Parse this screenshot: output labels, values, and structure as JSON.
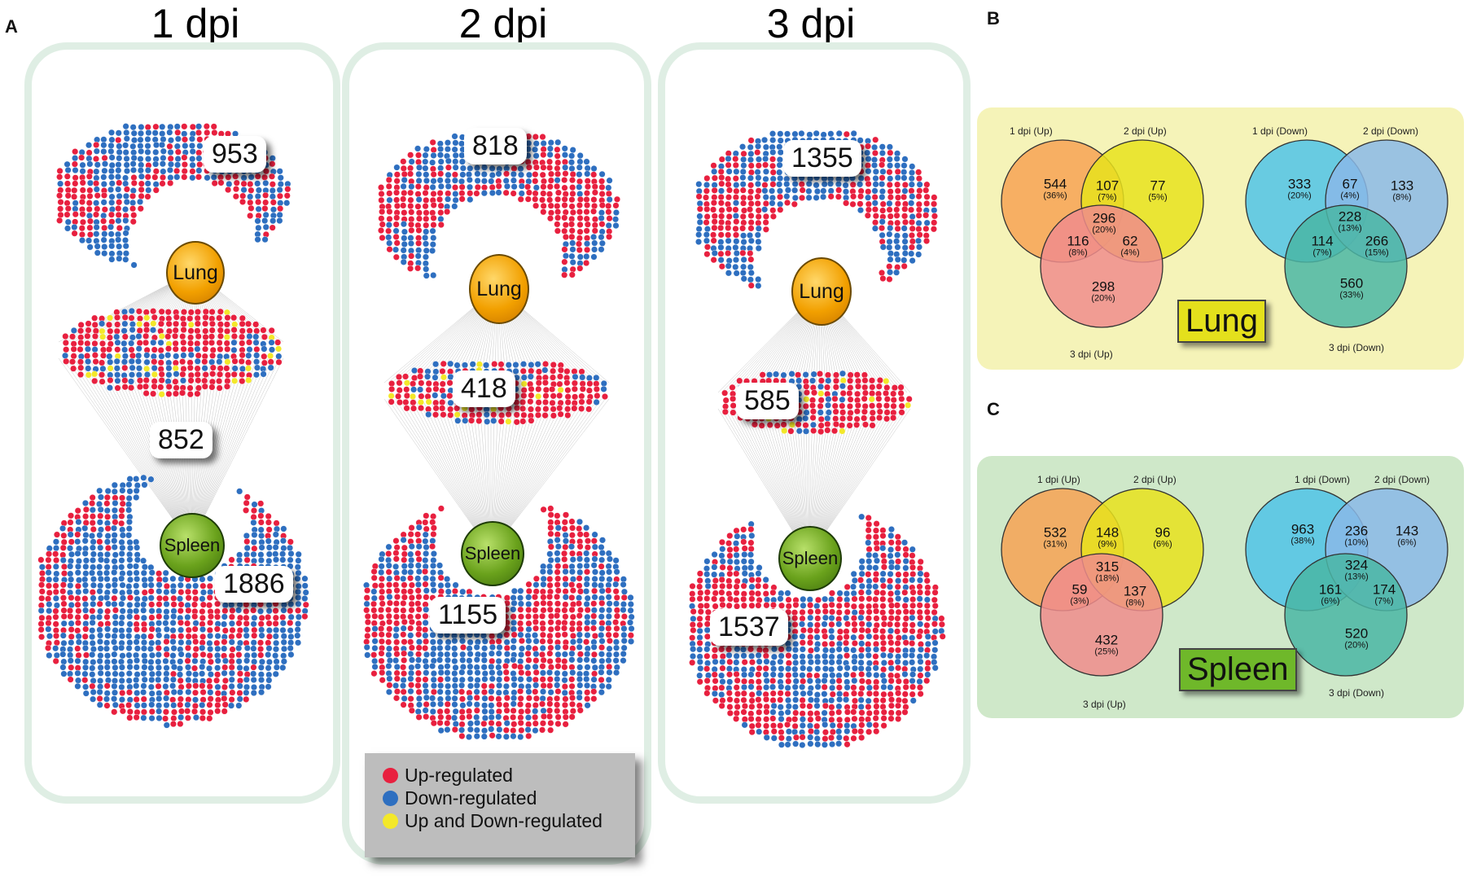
{
  "panel_letters": {
    "a": "A",
    "b": "B",
    "c": "C"
  },
  "network": {
    "columns": [
      {
        "title": "1 dpi",
        "lung_count": "953",
        "shared_count": "852",
        "spleen_count": "1886"
      },
      {
        "title": "2 dpi",
        "lung_count": "818",
        "shared_count": "418",
        "spleen_count": "1155"
      },
      {
        "title": "3 dpi",
        "lung_count": "1355",
        "shared_count": "585",
        "spleen_count": "1537"
      }
    ],
    "lung_label": "Lung",
    "spleen_label": "Spleen"
  },
  "legend": {
    "items": [
      {
        "label": "Up-regulated",
        "color": "#e8203f"
      },
      {
        "label": "Down-regulated",
        "color": "#2e6fc0"
      },
      {
        "label": "Up and Down-regulated",
        "color": "#f3e82a"
      }
    ]
  },
  "colors": {
    "up": "#e8203f",
    "down": "#2e6fc0",
    "both": "#f3e82a",
    "box": "#dfeee4"
  },
  "venn": {
    "lung": {
      "tag": "Lung",
      "bg": "#f5f3b8",
      "up": {
        "labels": [
          "1 dpi (Up)",
          "2 dpi (Up)",
          "3 dpi (Up)"
        ],
        "colors": [
          "#f7a253",
          "#e7e21c",
          "#f08c8c"
        ],
        "regions": [
          {
            "n": "544",
            "p": "(36%)"
          },
          {
            "n": "107",
            "p": "(7%)"
          },
          {
            "n": "77",
            "p": "(5%)"
          },
          {
            "n": "296",
            "p": "(20%)"
          },
          {
            "n": "116",
            "p": "(8%)"
          },
          {
            "n": "62",
            "p": "(4%)"
          },
          {
            "n": "298",
            "p": "(20%)"
          }
        ]
      },
      "down": {
        "labels": [
          "1 dpi  (Down)",
          "2 dpi (Down)",
          "3 dpi (Down)"
        ],
        "colors": [
          "#4fc3e8",
          "#8ab8e8",
          "#4ab6a4"
        ],
        "regions": [
          {
            "n": "333",
            "p": "(20%)"
          },
          {
            "n": "67",
            "p": "(4%)"
          },
          {
            "n": "133",
            "p": "(8%)"
          },
          {
            "n": "228",
            "p": "(13%)"
          },
          {
            "n": "114",
            "p": "(7%)"
          },
          {
            "n": "266",
            "p": "(15%)"
          },
          {
            "n": "560",
            "p": "(33%)"
          }
        ]
      }
    },
    "spleen": {
      "tag": "Spleen",
      "bg": "#cfe8c9",
      "up": {
        "labels": [
          "1 dpi (Up)",
          "2 dpi (Up)",
          "3 dpi (Up)"
        ],
        "colors": [
          "#f7a253",
          "#e7e21c",
          "#f08c8c"
        ],
        "regions": [
          {
            "n": "532",
            "p": "(31%)"
          },
          {
            "n": "148",
            "p": "(9%)"
          },
          {
            "n": "96",
            "p": "(6%)"
          },
          {
            "n": "315",
            "p": "(18%)"
          },
          {
            "n": "59",
            "p": "(3%)"
          },
          {
            "n": "137",
            "p": "(8%)"
          },
          {
            "n": "432",
            "p": "(25%)"
          }
        ]
      },
      "down": {
        "labels": [
          "1 dpi  (Down)",
          "2 dpi (Down)",
          "3 dpi (Down)"
        ],
        "colors": [
          "#4fc3e8",
          "#8ab8e8",
          "#4ab6a4"
        ],
        "regions": [
          {
            "n": "963",
            "p": "(38%)"
          },
          {
            "n": "236",
            "p": "(10%)"
          },
          {
            "n": "143",
            "p": "(6%)"
          },
          {
            "n": "324",
            "p": "(13%)"
          },
          {
            "n": "161",
            "p": "(6%)"
          },
          {
            "n": "174",
            "p": "(7%)"
          },
          {
            "n": "520",
            "p": "(20%)"
          }
        ]
      }
    }
  }
}
